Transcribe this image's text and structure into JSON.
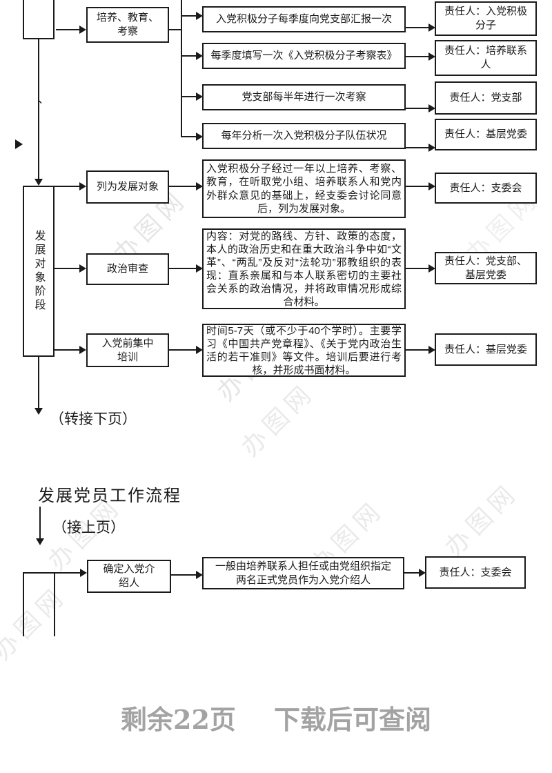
{
  "page": {
    "title": "发展党员工作流程",
    "to_next_page": "（转接下页）",
    "from_prev_page": "（接上页）",
    "footer_left": "剩余22页",
    "footer_right": "下载后可查阅",
    "watermark": "办图网",
    "dun_mark": "、"
  },
  "stage": {
    "label": "发展对象阶段"
  },
  "cultivation": {
    "step": "培养、教育、考察",
    "items": [
      {
        "task": "入党积极分子每季度向党支部汇报一次",
        "owner": "责任人：入党积极分子"
      },
      {
        "task": "每季度填写一次《入党积极分子考察表》",
        "owner": "责任人：培养联系人"
      },
      {
        "task": "党支部每半年进行一次考察",
        "owner": "责任人：党支部"
      },
      {
        "task": "每年分析一次入党积极分子队伍状况",
        "owner": "责任人：基层党委"
      }
    ]
  },
  "development": {
    "rows": [
      {
        "step": "列为发展对象",
        "detail": "入党积极分子经过一年以上培养、考察、教育，在听取党小组、培养联系人和党内外群众意见的基础上，经支委会讨论同意后，列为发展对象。",
        "owner": "责任人：支委会"
      },
      {
        "step": "政治审查",
        "detail": "内容：对党的路线、方针、政策的态度，本人的政治历史和在重大政治斗争中如“文革”、“两乱”及反对“法轮功”邪教组织的表现：直系亲属和与本人联系密切的主要社会关系的政治情况，并将政审情况形成综合材料。",
        "owner": "责任人：党支部、基层党委"
      },
      {
        "step": "入党前集中培训",
        "detail": "时间5-7天（或不少于40个学时）。主要学习《中国共产党章程》、《关于党内政治生活的若干准则》等文件。培训后要进行考核，并形成书面材料。",
        "owner": "责任人：基层党委"
      }
    ]
  },
  "introducer": {
    "step": "确定入党介绍人",
    "detail": "一般由培养联系人担任或由党组织指定两名正式党员作为入党介绍人",
    "owner": "责任人：支委会"
  }
}
